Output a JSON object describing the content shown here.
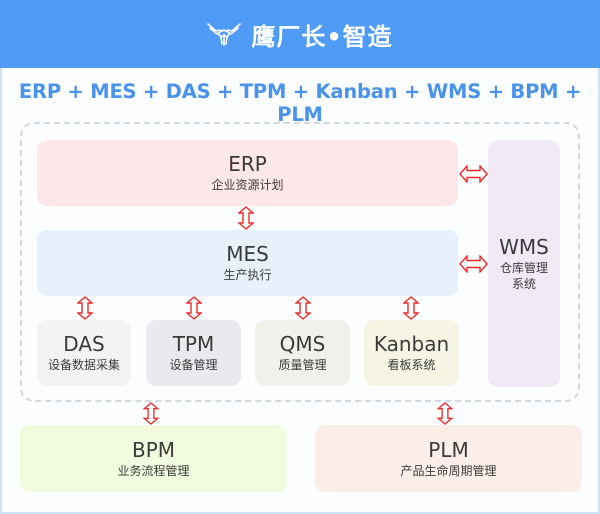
{
  "header": {
    "logo_icon": "eagle-wings-logo",
    "title": "鹰厂长•智造",
    "background_color": "#4f9bf5"
  },
  "subtitle": "ERP + MES + DAS + TPM + Kanban + WMS + BPM + PLM",
  "modules": {
    "erp": {
      "name": "ERP",
      "desc": "企业资源计划"
    },
    "mes": {
      "name": "MES",
      "desc": "生产执行"
    },
    "wms": {
      "name": "WMS",
      "desc": "仓库管理系统"
    },
    "das": {
      "name": "DAS",
      "desc": "设备数据采集"
    },
    "tpm": {
      "name": "TPM",
      "desc": "设备管理"
    },
    "qms": {
      "name": "QMS",
      "desc": "质量管理"
    },
    "kanban": {
      "name": "Kanban",
      "desc": "看板系统"
    },
    "bpm": {
      "name": "BPM",
      "desc": "业务流程管理"
    },
    "plm": {
      "name": "PLM",
      "desc": "产品生命周期管理"
    }
  },
  "connections": [
    {
      "from": "ERP",
      "to": "MES",
      "type": "bidirectional"
    },
    {
      "from": "ERP",
      "to": "WMS",
      "type": "bidirectional"
    },
    {
      "from": "MES",
      "to": "WMS",
      "type": "bidirectional"
    },
    {
      "from": "MES",
      "to": "DAS",
      "type": "bidirectional"
    },
    {
      "from": "MES",
      "to": "TPM",
      "type": "bidirectional"
    },
    {
      "from": "MES",
      "to": "QMS",
      "type": "bidirectional"
    },
    {
      "from": "MES",
      "to": "Kanban",
      "type": "bidirectional"
    },
    {
      "from": "Core System",
      "to": "BPM",
      "type": "bidirectional"
    },
    {
      "from": "Core System",
      "to": "PLM",
      "type": "bidirectional"
    }
  ],
  "colors": {
    "arrow": "#ee2a2a",
    "subtitle": "#4a93ec",
    "erp": "#fde7e8",
    "mes": "#e6f1fc",
    "wms": "#f2e9f6",
    "das": "#f3f3f4",
    "tpm": "#e9eaee",
    "qms": "#eef2ea",
    "kanban": "#f6f5e4",
    "bpm": "#f2fbde",
    "plm": "#fbeee8"
  }
}
